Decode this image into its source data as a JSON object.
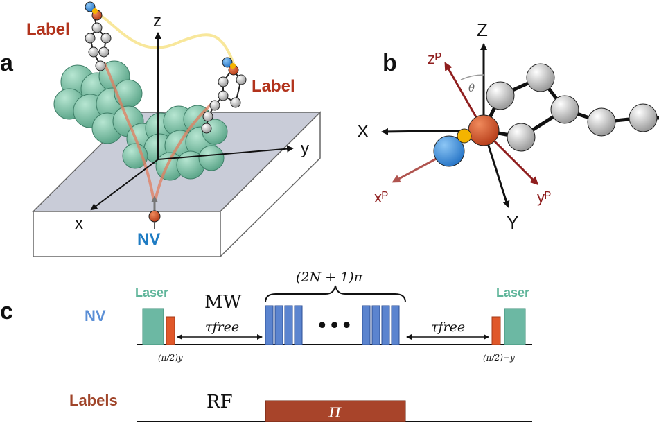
{
  "panel_a": {
    "letter": "a",
    "label_left": "Label",
    "label_right": "Label",
    "axis_z": "z",
    "axis_y": "y",
    "axis_x": "x",
    "nv": "NV"
  },
  "panel_b": {
    "letter": "b",
    "axis_Z": "Z",
    "axis_X": "X",
    "axis_Y": "Y",
    "zp": "zᴾ",
    "xp": "xᴾ",
    "yp": "yᴾ",
    "theta": "θ"
  },
  "panel_c": {
    "letter": "c",
    "nv_row": "NV",
    "labels_row": "Labels",
    "laser_left": "Laser",
    "laser_right": "Laser",
    "mw": "MW",
    "rf": "RF",
    "brace_label": "(2N + 1)π",
    "tau_left": "τfree",
    "tau_right": "τfree",
    "pi_half_left": "(π/2)y",
    "pi_half_right": "(π/2)−y",
    "ellipsis": "•••",
    "pi": "π"
  },
  "colors": {
    "protein": "#7fc9ad",
    "label_red": "#b2331c",
    "nv_blue": "#1f7cc3",
    "laser_green": "#6cb8a3",
    "pulse_orange": "#e0582a",
    "mw_blue": "#5b84cf",
    "rf_brown": "#a8442a",
    "vector_dark_red": "#8f1e1e"
  }
}
